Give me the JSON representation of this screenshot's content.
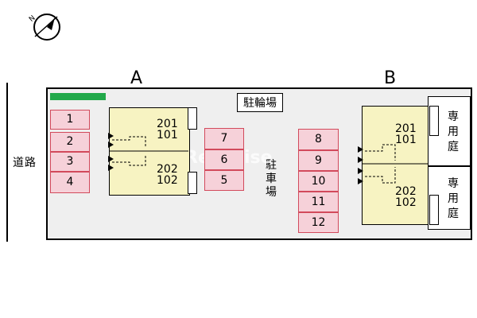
{
  "compass": {
    "label": "N"
  },
  "road": {
    "label": "道路"
  },
  "buildings": {
    "a": {
      "letter": "A",
      "unit_top": "201\n101",
      "unit_bottom": "202\n102"
    },
    "b": {
      "letter": "B",
      "unit_top": "201\n101",
      "unit_bottom": "202\n102"
    }
  },
  "bike_parking": {
    "label": "駐輪場"
  },
  "parking": {
    "label": "駐\n車\n場"
  },
  "spots_left": [
    "1",
    "2",
    "3",
    "4"
  ],
  "spots_middle": [
    "7",
    "6",
    "5"
  ],
  "spots_right": [
    "8",
    "9",
    "10",
    "11",
    "12"
  ],
  "private_garden": {
    "top": "専\n用\n庭",
    "bottom": "専\n用\n庭"
  },
  "watermark": "RentRise",
  "colors": {
    "spot_fill": "#f6d1d9",
    "spot_border": "#d24a5c",
    "building_fill": "#f7f3c2",
    "green_bar": "#22a94a",
    "site": "#efefef"
  }
}
